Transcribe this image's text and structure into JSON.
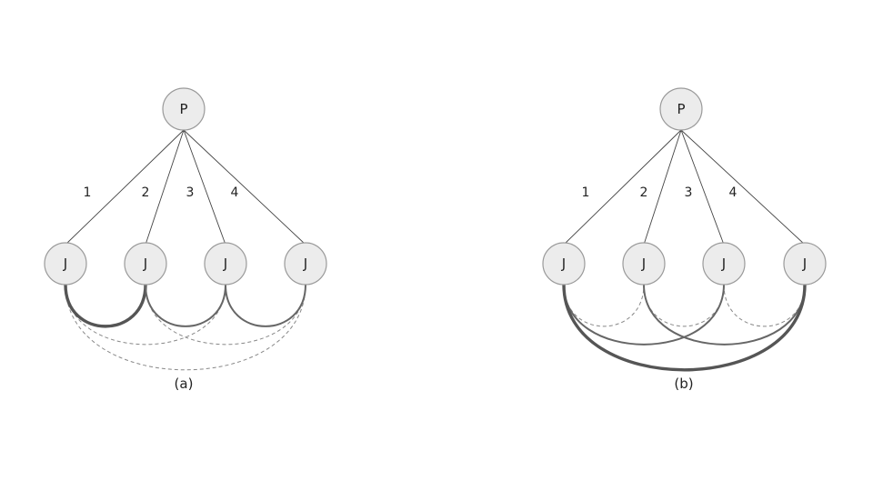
{
  "diagrams": [
    {
      "parent_label": "P",
      "child_labels": [
        "J",
        "J",
        "J",
        "J"
      ],
      "edge_labels": [
        "1",
        "2",
        "3",
        "4"
      ],
      "caption": "(a)",
      "arcs": [
        {
          "from": 1,
          "to": 2,
          "style": "thick"
        },
        {
          "from": 2,
          "to": 3,
          "style": "medium"
        },
        {
          "from": 3,
          "to": 4,
          "style": "medium"
        },
        {
          "from": 1,
          "to": 3,
          "style": "dashed"
        },
        {
          "from": 2,
          "to": 4,
          "style": "dashed"
        },
        {
          "from": 1,
          "to": 4,
          "style": "dashed"
        }
      ]
    },
    {
      "parent_label": "P",
      "child_labels": [
        "J",
        "J",
        "J",
        "J"
      ],
      "edge_labels": [
        "1",
        "2",
        "3",
        "4"
      ],
      "caption": "(b)",
      "arcs": [
        {
          "from": 1,
          "to": 2,
          "style": "dashed"
        },
        {
          "from": 2,
          "to": 3,
          "style": "dashed"
        },
        {
          "from": 3,
          "to": 4,
          "style": "dashed"
        },
        {
          "from": 1,
          "to": 3,
          "style": "medium"
        },
        {
          "from": 2,
          "to": 4,
          "style": "medium"
        },
        {
          "from": 1,
          "to": 4,
          "style": "thick"
        }
      ]
    }
  ]
}
